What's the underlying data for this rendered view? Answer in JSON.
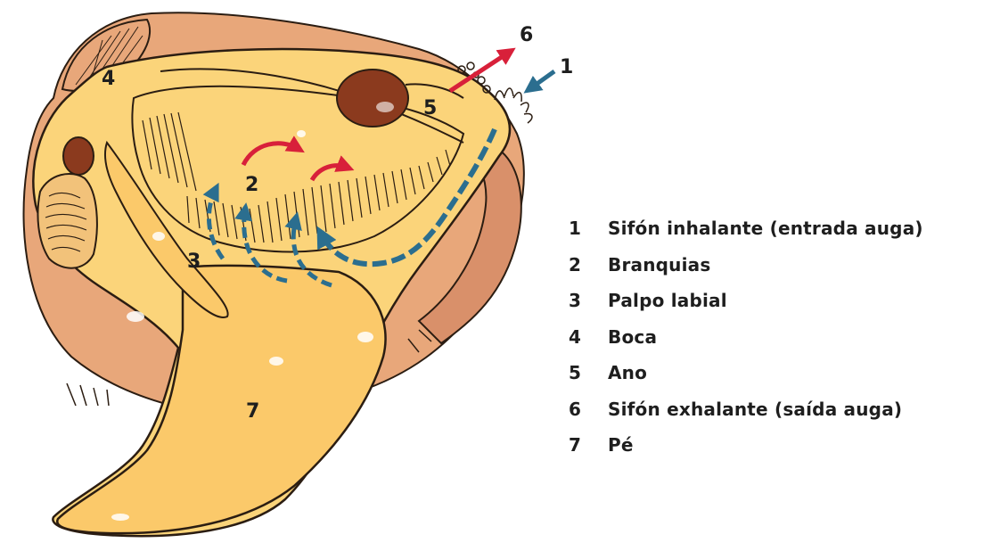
{
  "diagram": {
    "callouts": [
      "1",
      "2",
      "3",
      "4",
      "5",
      "6",
      "7"
    ]
  },
  "legend": [
    {
      "number": "1",
      "text": "Sifón inhalante (entrada auga)"
    },
    {
      "number": "2",
      "text": "Branquias"
    },
    {
      "number": "3",
      "text": "Palpo labial"
    },
    {
      "number": "4",
      "text": "Boca"
    },
    {
      "number": "5",
      "text": "Ano"
    },
    {
      "number": "6",
      "text": "Sifón exhalante (saída auga)"
    },
    {
      "number": "7",
      "text": "Pé"
    }
  ],
  "colors": {
    "body": "#fbd47a",
    "mantle": "#e8a77a",
    "shell_edge": "#d9906a",
    "organ": "#8b3a1e",
    "outline": "#2b1d12",
    "inflow_arrow": "#2b6e8f",
    "outflow_arrow": "#d8203a"
  },
  "icons": {
    "inflow": "blue-dashed-arrow-icon",
    "outflow": "red-curved-arrow-icon"
  }
}
